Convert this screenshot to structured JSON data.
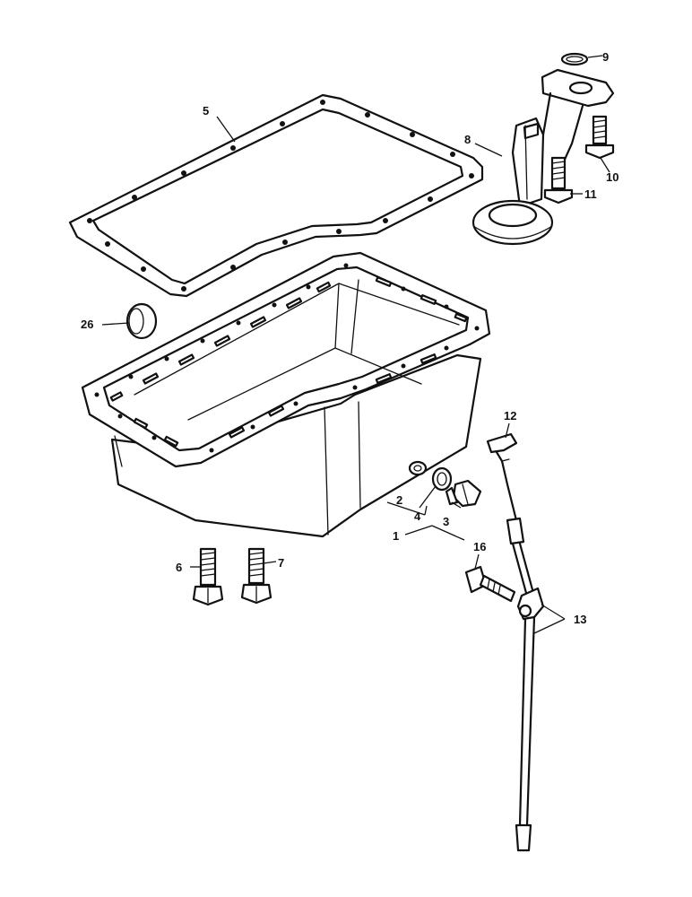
{
  "callouts": {
    "c1": "1",
    "c2": "2",
    "c3": "3",
    "c4": "4",
    "c5": "5",
    "c6": "6",
    "c7": "7",
    "c8": "8",
    "c9": "9",
    "c10": "10",
    "c11": "11",
    "c12": "12",
    "c13": "13",
    "c16": "16",
    "c26": "26"
  },
  "colors": {
    "ink": "#111111",
    "paper": "#ffffff"
  }
}
